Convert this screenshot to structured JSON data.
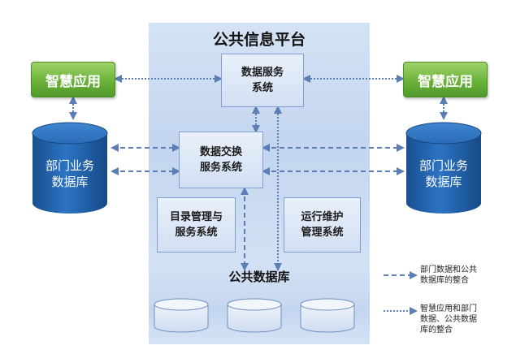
{
  "platform": {
    "title": "公共信息平台"
  },
  "boxes": {
    "data_service": "数据服务\n系统",
    "data_exchange": "数据交换\n服务系统",
    "catalog": "目录管理与\n服务系统",
    "operations": "运行维护\n管理系统"
  },
  "apps": {
    "left": "智慧应用",
    "right": "智慧应用"
  },
  "dept_db": {
    "left": "部门业务\n数据库",
    "right": "部门业务\n数据库"
  },
  "public_db": {
    "title": "公共数据库"
  },
  "legend": {
    "dashed": "部门数据和公共\n数据库的整合",
    "dotted": "智慧应用和部门\n数据、公共数据\n库的整合"
  },
  "colors": {
    "panel": "#c9d9f1",
    "app_green": "#6bb23a",
    "cylinder_blue": "#1f5fa8",
    "line_blue": "#5b7fb5"
  }
}
